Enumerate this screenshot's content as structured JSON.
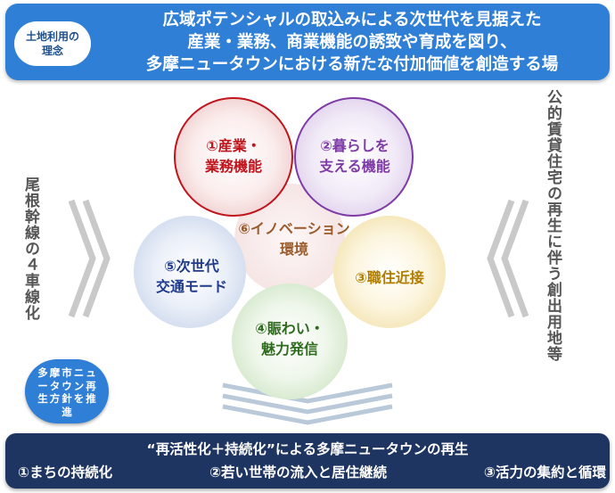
{
  "header": {
    "badge_line1": "土地利用の",
    "badge_line2": "理念",
    "line1": "広域ポテンシャルの取込みによる次世代を見据えた",
    "line2": "産業・業務、商業機能の誘致や育成を図り、",
    "line3": "多摩ニュータウンにおける新たな付加価値を創造する場"
  },
  "left_side": {
    "text": "尾根幹線の４車線化"
  },
  "right_side": {
    "text": "公的賃貸住宅の再生に伴う創出用地等"
  },
  "circles": [
    {
      "line1": "①産業・",
      "line2": "業務機能",
      "color": "#c0141c"
    },
    {
      "line1": "②暮らしを",
      "line2": "支える機能",
      "color": "#7e3aa6"
    },
    {
      "line1": "③職住近接",
      "line2": "",
      "color": "#b07d00"
    },
    {
      "line1": "④賑わい・",
      "line2": "魅力発信",
      "color": "#2f6b1e"
    },
    {
      "line1": "⑤次世代",
      "line2": "交通モード",
      "color": "#1f3a8a"
    },
    {
      "line1": "⑥イノベーション",
      "line2": "環境",
      "color": "#9a5a2a"
    }
  ],
  "policy_bubble": {
    "text": "多摩市ニュータウン再生方針を推進"
  },
  "footer": {
    "title": "“再活性化＋持続化”による多摩ニュータウンの再生",
    "item1": "①まちの持続化",
    "item2": "②若い世帯の流入と居住継続",
    "item3": "③活力の集約と循環"
  }
}
